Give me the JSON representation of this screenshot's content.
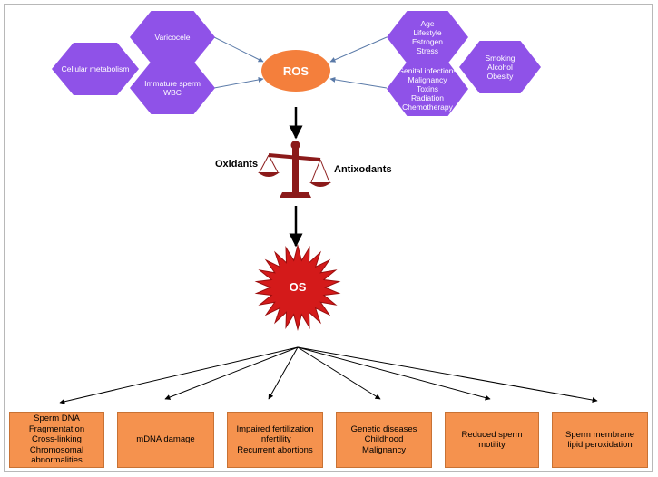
{
  "diagram": {
    "hexagons": [
      {
        "id": "varicocele",
        "text": "Varicocele"
      },
      {
        "id": "cellular-metabolism",
        "text": "Cellular metabolism"
      },
      {
        "id": "immature-sperm",
        "text": "Immature sperm\nWBC"
      },
      {
        "id": "age",
        "text": "Age\nLifestyle\nEstrogen\nStress"
      },
      {
        "id": "smoking",
        "text": "Smoking\nAlcohol\nObesity"
      },
      {
        "id": "genital-infections",
        "text": "Genital infections\nMalignancy\nToxins\nRadiation\nChemotherapy"
      }
    ],
    "ros_label": "ROS",
    "oxidants_label": "Oxidants",
    "antioxidants_label": "Antixodants",
    "os_label": "OS",
    "outcomes": [
      {
        "id": "sperm-dna",
        "text": "Sperm DNA\nFragmentation\nCross-linking\nChromosomal\nabnormalities"
      },
      {
        "id": "mdna",
        "text": "mDNA damage"
      },
      {
        "id": "fertilization",
        "text": "Impaired fertilization\nInfertility\nRecurrent abortions"
      },
      {
        "id": "genetic",
        "text": "Genetic diseases\nChildhood\nMalignancy"
      },
      {
        "id": "motility",
        "text": "Reduced sperm\nmotility"
      },
      {
        "id": "peroxidation",
        "text": "Sperm membrane\nlipid peroxidation"
      }
    ],
    "colors": {
      "hexagon": "#8f52e8",
      "ros": "#f47f3c",
      "os_star": "#d41a1a",
      "scale": "#8b1a1a",
      "outcome_box": "#f5924e",
      "connector": "#5a7aa8"
    }
  }
}
